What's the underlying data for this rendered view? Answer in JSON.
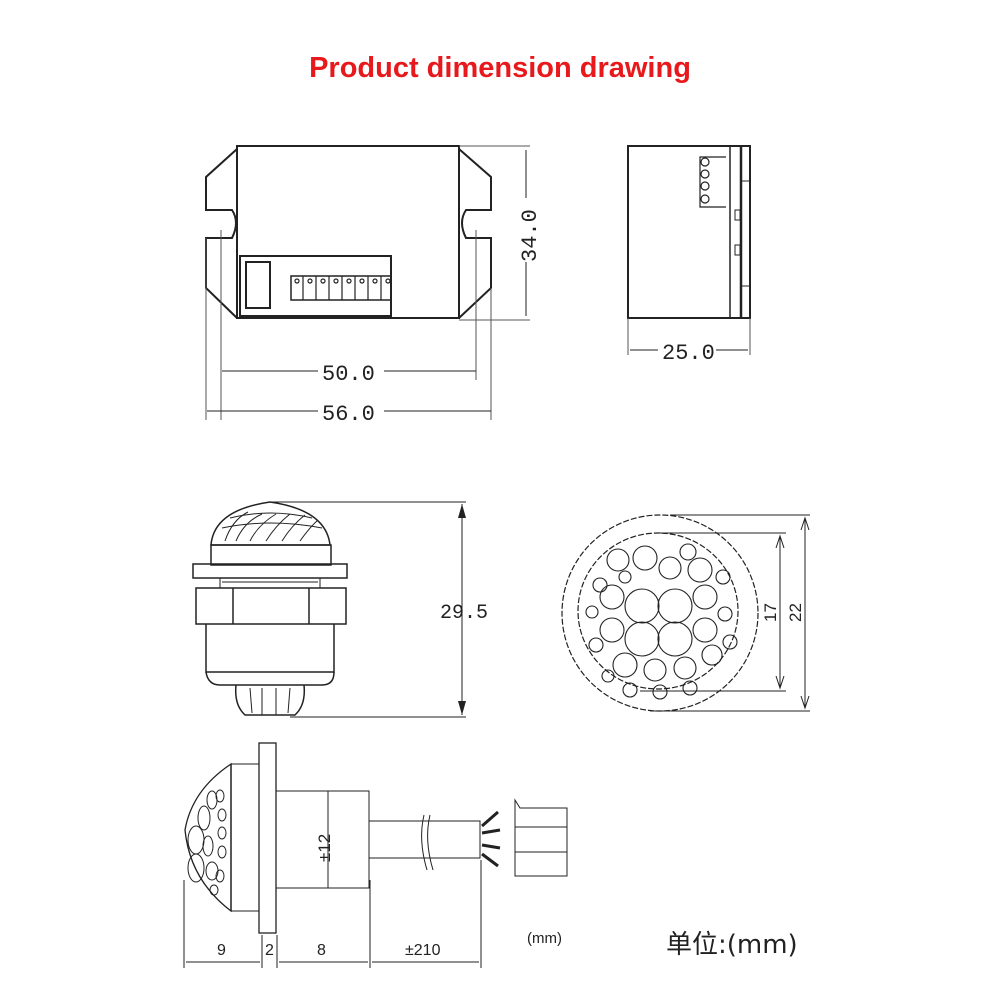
{
  "title": "Product dimension drawing",
  "views": {
    "module_front": {
      "width_inner": "50.0",
      "width_outer": "56.0",
      "height": "34.0",
      "terminal_count": 8
    },
    "module_side": {
      "depth": "25.0"
    },
    "sensor_side": {
      "height": "29.5"
    },
    "sensor_front": {
      "inner_diameter": "17",
      "outer_diameter": "22"
    },
    "sensor_section": {
      "lens": "9",
      "flange": "2",
      "body": "8",
      "cable": "±210",
      "body_diameter": "±12",
      "unit": "(mm)"
    }
  },
  "unit_label": "单位:(mm)",
  "colors": {
    "title": "#e8191c",
    "line": "#222222"
  }
}
